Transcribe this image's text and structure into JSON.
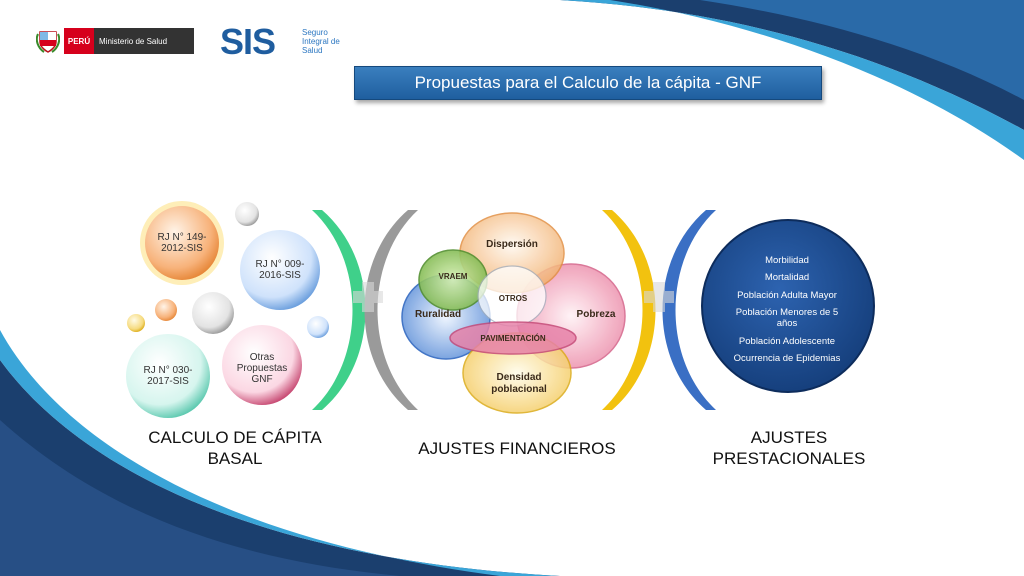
{
  "header": {
    "peru_label": "PERÚ",
    "ministry_label": "Ministerio de Salud",
    "sis_word": "SIS",
    "sis_tagline": "Seguro Integral de Salud"
  },
  "title": "Propuestas para el Calculo de la cápita - GNF",
  "basal": {
    "bubbles": [
      "RJ N° 149-2012-SIS",
      "RJ N° 009-2016-SIS",
      "RJ N° 030-2017-SIS",
      "Otras Propuestas GNF"
    ],
    "label": "CALCULO DE CÁPITA BASAL"
  },
  "financieros": {
    "items": {
      "dispersion": "Dispersión",
      "vraem": "VRAEM",
      "otros": "OTROS",
      "ruralidad": "Ruralidad",
      "pobreza": "Pobreza",
      "pavimentacion": "PAVIMENTACIÓN",
      "densidad": "Densidad poblacional"
    },
    "label": "AJUSTES FINANCIEROS"
  },
  "prestacionales": {
    "items": [
      "Morbilidad",
      "Mortalidad",
      "Población Adulta Mayor",
      "Población Menores de 5 años",
      "Población Adolescente",
      "Ocurrencia de Epidemias"
    ],
    "label": "AJUSTES PRESTACIONALES"
  },
  "colors": {
    "header_blue": "#1f5f9f",
    "dark_navy": "#1b3f6e",
    "cyan": "#3aa5d8",
    "green_bracket": "#3fd08a",
    "gray_bracket": "#9a9a9a",
    "gold_bracket": "#f2c20f",
    "blue_bracket": "#3a6fc4"
  }
}
